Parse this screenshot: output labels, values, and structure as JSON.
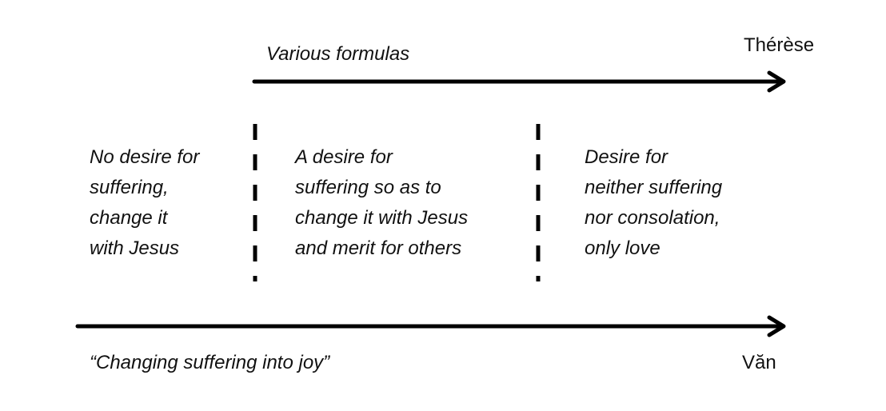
{
  "top_axis": {
    "label": "Various formulas",
    "end_label": "Thérèse"
  },
  "bottom_axis": {
    "label": "“Changing suffering into joy”",
    "end_label": "Văn"
  },
  "stages": [
    {
      "lines": [
        "No desire for",
        "suffering,",
        "change it",
        "with Jesus"
      ]
    },
    {
      "lines": [
        "A desire for",
        "suffering so as to",
        "change it with Jesus",
        "and merit for others"
      ]
    },
    {
      "lines": [
        "Desire for",
        "neither suffering",
        "nor consolation,",
        "only love"
      ]
    }
  ]
}
